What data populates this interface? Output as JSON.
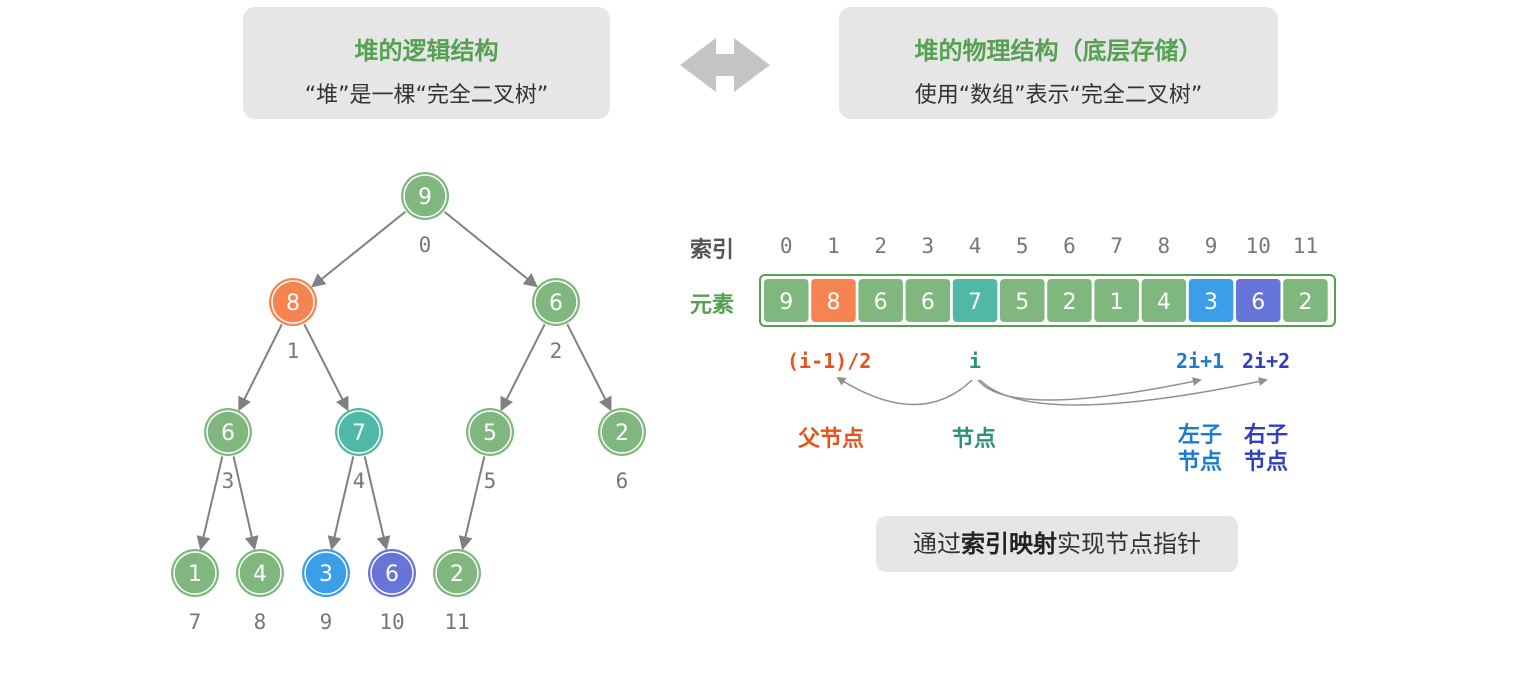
{
  "logical": {
    "title": "堆的逻辑结构",
    "subtitle": "“堆”是一棵“完全二叉树”"
  },
  "physical": {
    "title": "堆的物理结构（底层存储）",
    "subtitle": "使用“数组”表示“完全二叉树”"
  },
  "colors": {
    "green": "#7fb77e",
    "green_stroke": "#55a052",
    "orange": "#f58450",
    "teal": "#4fb8a7",
    "blue": "#3a9ee8",
    "purple": "#6875d8",
    "edge": "#808080",
    "parent_text": "#e5531a",
    "node_text": "#2e8f7f",
    "left_text": "#1a7bd0",
    "right_text": "#2f3fbf"
  },
  "tree": {
    "nodes": [
      {
        "index": "0",
        "value": "9",
        "color": "green"
      },
      {
        "index": "1",
        "value": "8",
        "color": "orange"
      },
      {
        "index": "2",
        "value": "6",
        "color": "green"
      },
      {
        "index": "3",
        "value": "6",
        "color": "green"
      },
      {
        "index": "4",
        "value": "7",
        "color": "teal"
      },
      {
        "index": "5",
        "value": "5",
        "color": "green"
      },
      {
        "index": "6",
        "value": "2",
        "color": "green"
      },
      {
        "index": "7",
        "value": "1",
        "color": "green"
      },
      {
        "index": "8",
        "value": "4",
        "color": "green"
      },
      {
        "index": "9",
        "value": "3",
        "color": "blue"
      },
      {
        "index": "10",
        "value": "6",
        "color": "purple"
      },
      {
        "index": "11",
        "value": "2",
        "color": "green"
      }
    ],
    "edges": [
      [
        0,
        1
      ],
      [
        0,
        2
      ],
      [
        1,
        3
      ],
      [
        1,
        4
      ],
      [
        2,
        5
      ],
      [
        2,
        6
      ],
      [
        3,
        7
      ],
      [
        3,
        8
      ],
      [
        4,
        9
      ],
      [
        4,
        10
      ],
      [
        5,
        11
      ]
    ]
  },
  "array": {
    "index_label": "索引",
    "element_label": "元素"
  },
  "formulas": {
    "parent": "(i-1)/2",
    "node": "i",
    "left": "2i+1",
    "right": "2i+2"
  },
  "roles": {
    "parent": "父节点",
    "node": "节点",
    "left_line1": "左子",
    "left_line2": "节点",
    "right_line1": "右子",
    "right_line2": "节点"
  },
  "caption": {
    "pre": "通过",
    "bold": "索引映射",
    "post": "实现节点指针"
  }
}
